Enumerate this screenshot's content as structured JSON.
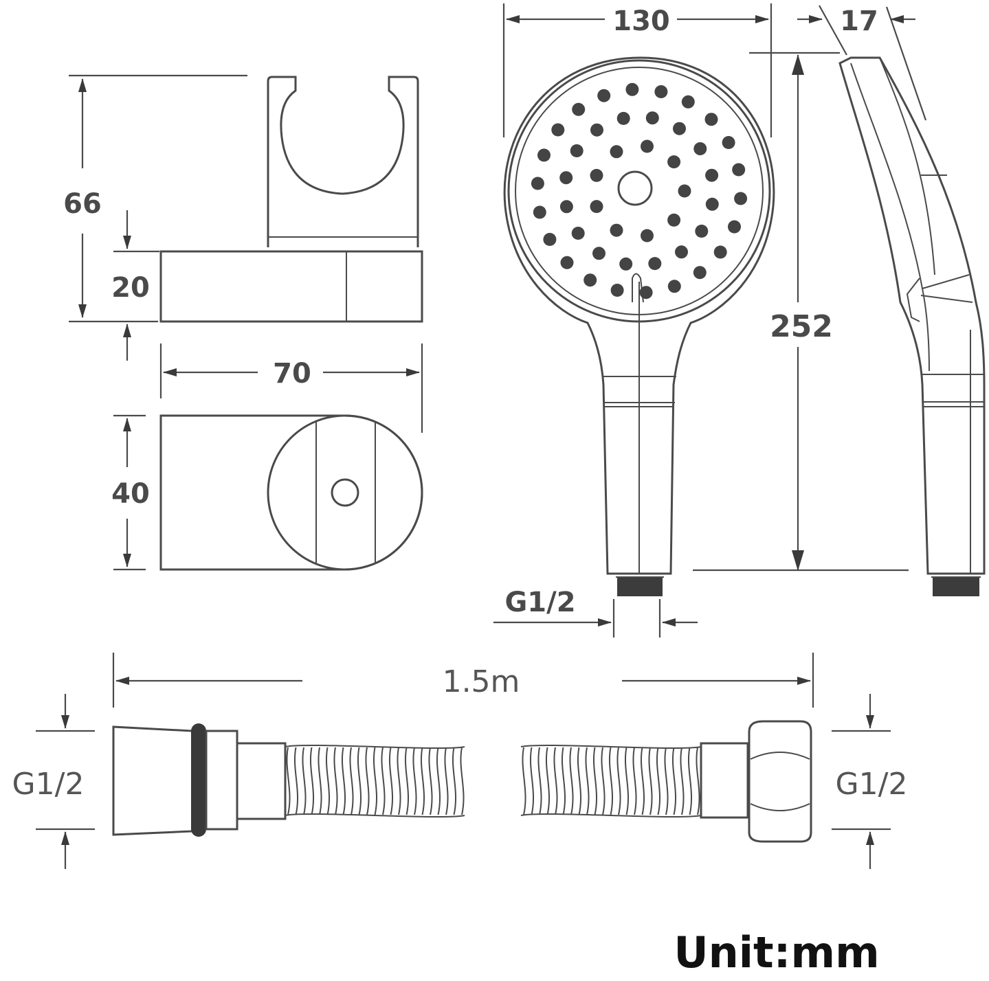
{
  "dimensions": {
    "holder_height": "66",
    "base_height": "20",
    "holder_width": "70",
    "base_depth": "40",
    "head_diameter": "130",
    "head_thickness": "17",
    "total_length": "252",
    "thread_size": "G1/2",
    "hose_length": "1.5m",
    "hose_left_thread": "G1/2",
    "hose_right_thread": "G1/2"
  },
  "unit_label": "Unit:mm",
  "colors": {
    "line": "#4a4a4a",
    "text": "#4a4a4a",
    "unit_text": "#111111",
    "background": "#ffffff"
  }
}
